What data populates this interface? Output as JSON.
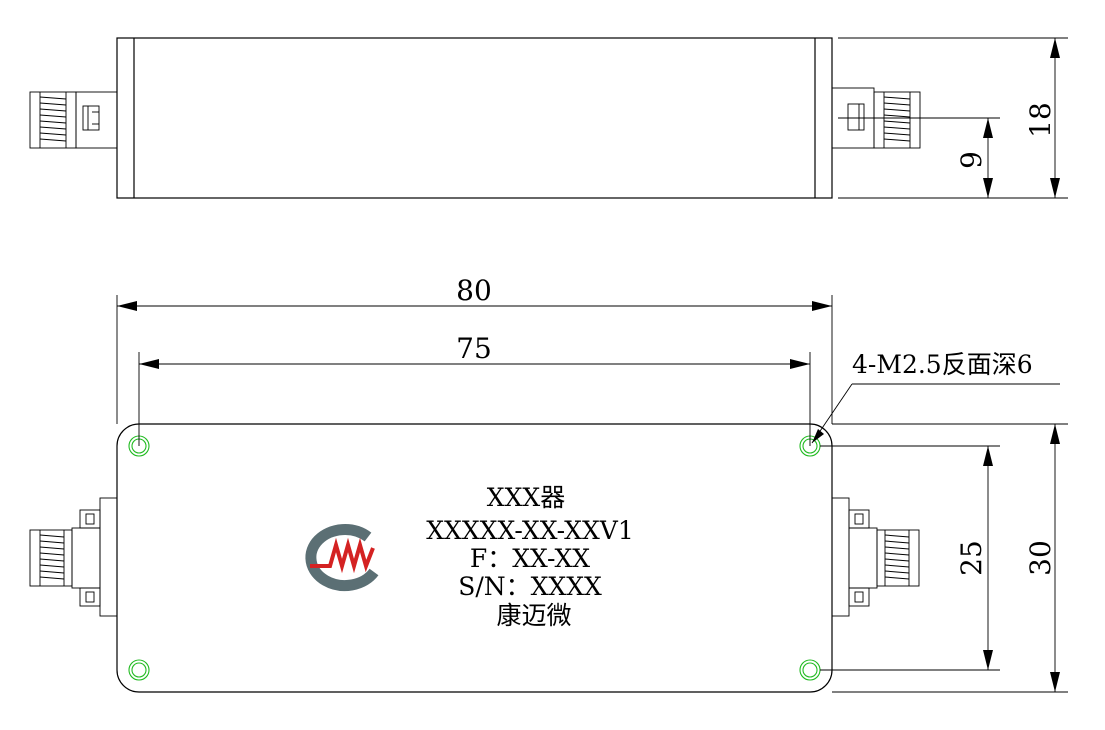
{
  "dimensions": {
    "top_height": "18",
    "top_half": "9",
    "length_overall": "80",
    "hole_spacing_x": "75",
    "hole_spacing_y": "25",
    "width_overall": "30"
  },
  "hole_note": "4-M2.5反面深6",
  "label": {
    "line1": "XXX器",
    "line2": "XXXXX-XX-XXV1",
    "line3": "F：XX-XX",
    "line4": "S/N：XXXX",
    "line5": "康迈微"
  },
  "colors": {
    "outline": "#000000",
    "holes": "#22bb22",
    "logo_gray": "#5b6f74",
    "logo_red": "#d42222"
  }
}
